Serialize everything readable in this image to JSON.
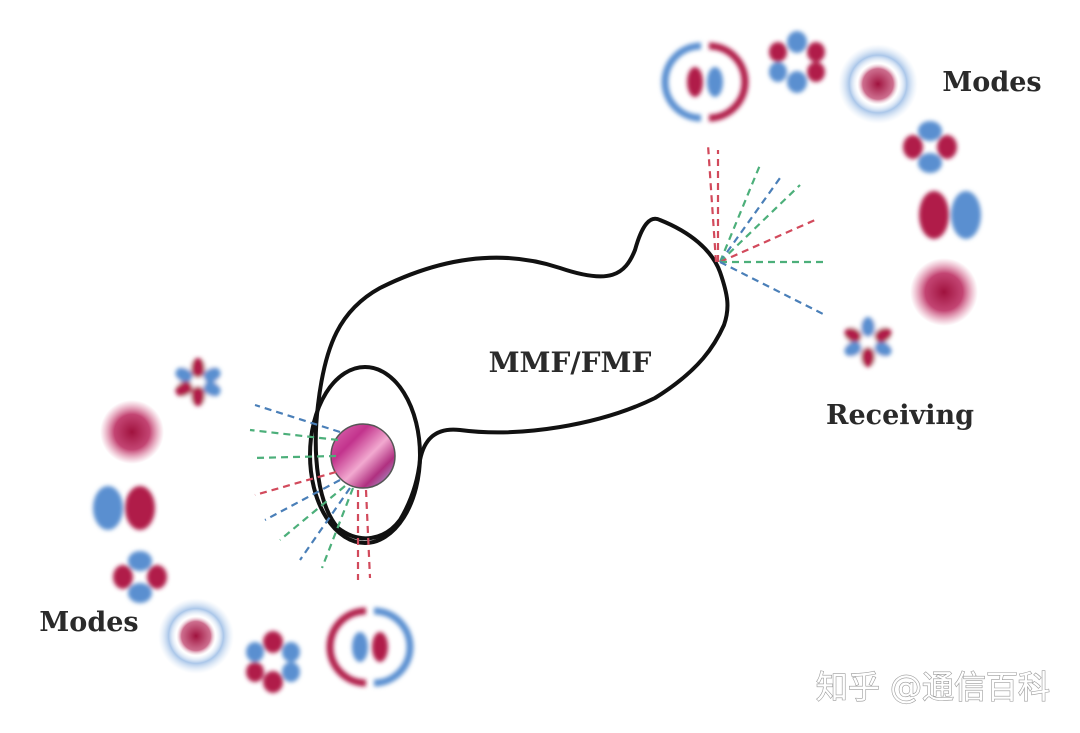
{
  "labels": {
    "fiber": "MMF/FMF",
    "modes_top": "Modes",
    "receiving": "Receiving",
    "modes_bottom": "Modes"
  },
  "watermark": {
    "text": "知乎 @通信百科"
  },
  "colors": {
    "mode_red": "#b01a4a",
    "mode_blue": "#5a8fd0",
    "beam_red": "#d24a5c",
    "beam_green": "#4caf7a",
    "beam_blue": "#4a7fb8",
    "outline": "#111111"
  },
  "mode_patterns": {
    "input_arc": [
      "LP21-petal",
      "LP01",
      "LP11-horizontal",
      "LP21",
      "LP02",
      "LP21-petal",
      "LP11-ring"
    ],
    "output_arc": [
      "LP11-ring",
      "LP21-petal",
      "LP02",
      "LP21",
      "LP11-horizontal",
      "LP01",
      "LP21-petal"
    ]
  }
}
